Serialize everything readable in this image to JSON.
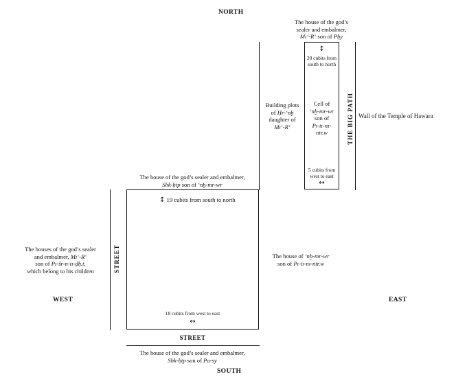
{
  "compass": {
    "north": "NORTH",
    "south": "SOUTH",
    "east": "EAST",
    "west": "WEST"
  },
  "labels": {
    "big_path": "THE BIG PATH",
    "street_left": "STREET",
    "street_bottom": "STREET",
    "temple_wall": "Wall of the Temple of Hawara"
  },
  "top_right_house": {
    "line1": "The house of the god’s",
    "line2": "sealer and embalmer,",
    "name": "Mı‘-R‘",
    "connector": " son of ",
    "father": "Pḥy"
  },
  "cell": {
    "measure_ns": "20 cubits from south to north",
    "measure_ns_l1": "20 cubits from",
    "measure_ns_l2": "south to north",
    "line1": "Cell of",
    "line2": "‘nḫ-mr-wr",
    "line3": "son of",
    "line4": "Pı-tı-nı-",
    "line5": "ntr.w",
    "measure_we_l1": "5 cubits from",
    "measure_we_l2": "west to east"
  },
  "building_plots": {
    "line1": "Building plots",
    "line2_pre": "of ",
    "line2_name": "Ḥr-‘nḫ",
    "line3": "daughter of",
    "line4": "Mı‘-R‘"
  },
  "sebek_house": {
    "line1": "The house of the god’s sealer and embalmer,",
    "name": "Sbk-ḥtp",
    "connector": " son of ",
    "father": "‘nḫ-mr-wr"
  },
  "big_plot": {
    "measure_ns": "19 cubits from south to north",
    "measure_we": "18 cubits from west to east"
  },
  "west_houses": {
    "line1": "The houses of the god’s sealer",
    "line2_pre": "and embalmer, ",
    "line2_name": "Mı‘-R‘",
    "line3_pre": "son of ",
    "line3_name": "Pı-šr-n-tı-ḏḥ.t,",
    "line4": "which belong to his children"
  },
  "east_house": {
    "line1_pre": "The house of ",
    "line1_name": "‘nḫ-mr-wr",
    "line2_pre": "son of ",
    "line2_name": "Pı-tı-nı-ntr.w"
  },
  "south_house": {
    "line1": "The house of the god’s sealer and embalmer,",
    "name": "Sbk-ḥtp",
    "connector": " son of ",
    "father": "Pa-sy"
  }
}
